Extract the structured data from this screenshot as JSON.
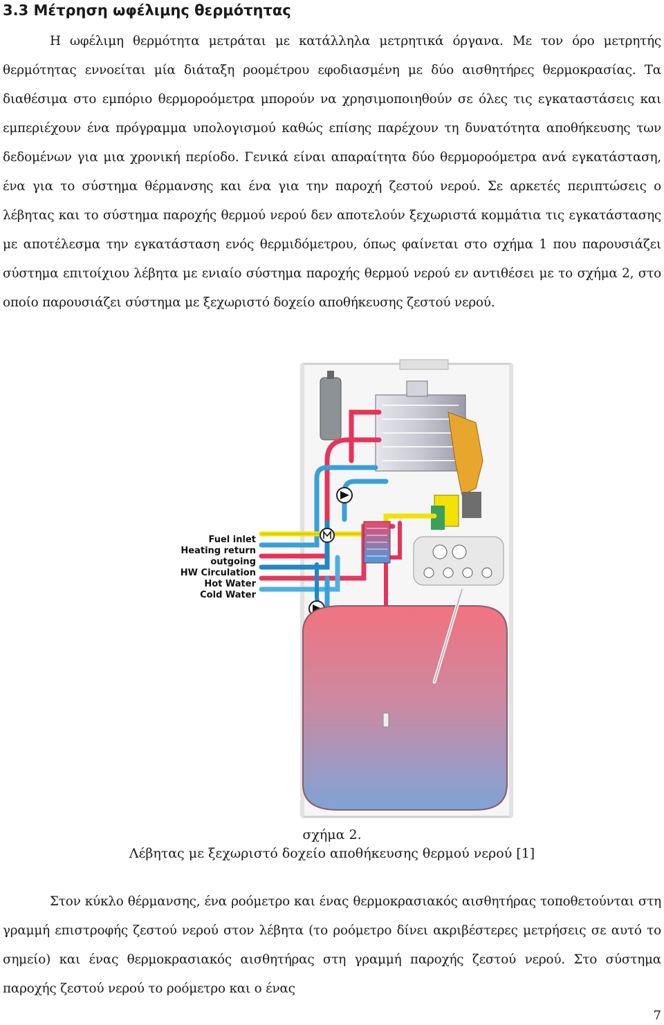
{
  "section": {
    "title": "3.3 Μέτρηση ωφέλιμης θερμότητας"
  },
  "paragraph1": "Η ωφέλιμη θερμότητα μετράται με κατάλληλα μετρητικά όργανα. Με τον όρο μετρητής θερμότητας εννοείται μία διάταξη ροομέτρου εφοδιασμένη με δύο αισθητήρες θερμοκρασίας. Τα διαθέσιμα στο εμπόριο θερμοροόμετρα μπορούν να χρησιμοποιηθούν σε όλες τις εγκαταστάσεις και εμπεριέχουν ένα πρόγραμμα υπολογισμού καθώς επίσης παρέχουν τη δυνατότητα αποθήκευσης των δεδομένων για μια χρονική περίοδο. Γενικά είναι απαραίτητα δύο θερμοροόμετρα ανά εγκατάσταση, ένα για το σύστημα θέρμανσης και ένα για την παροχή ζεστού νερού. Σε αρκετές περιπτώσεις ο λέβητας και το σύστημα παροχής θερμού νερού δεν αποτελούν ξεχωριστά κομμάτια τις εγκατάστασης με αποτέλεσμα την εγκατάσταση ενός θερμιδόμετρου, όπως φαίνεται στο σχήμα 1 που παρουσιάζει σύστημα επιτοίχιου λέβητα με ενιαίο σύστημα παροχής θερμού νερού εν αντιθέσει με το σχήμα 2, στο οποίο παρουσιάζει σύστημα με ξεχωριστό δοχείο αποθήκευσης ζεστού νερού.",
  "figure": {
    "legend": [
      {
        "label": "Fuel inlet",
        "color": "#f2e200"
      },
      {
        "label": "Heating return",
        "color": "#3aa0d8"
      },
      {
        "label": "outgoing",
        "color": "#e8325a"
      },
      {
        "label": "HW Circulation",
        "color": "#1e88c8"
      },
      {
        "label": "Hot Water",
        "color": "#e23a5e"
      },
      {
        "label": "Cold Water",
        "color": "#4fb0e0"
      }
    ],
    "caption_number": "σχήμα 2.",
    "caption_text": "Λέβητας με ξεχωριστό δοχείο αποθήκευσης θερμού νερού [1]"
  },
  "paragraph2": "Στον κύκλο θέρμανσης, ένα ροόμετρο και ένας θερμοκρασιακός αισθητήρας τοποθετούνται στη γραμμή επιστροφής ζεστού νερού στον λέβητα (το ροόμετρο δίνει ακριβέστερες μετρήσεις σε αυτό το σημείο) και ένας θερμοκρασιακός αισθητήρας στη γραμμή παροχής ζεστού νερού. Στο σύστημα παροχής ζεστού νερού το ροόμετρο και ο ένας",
  "page_number": "7"
}
